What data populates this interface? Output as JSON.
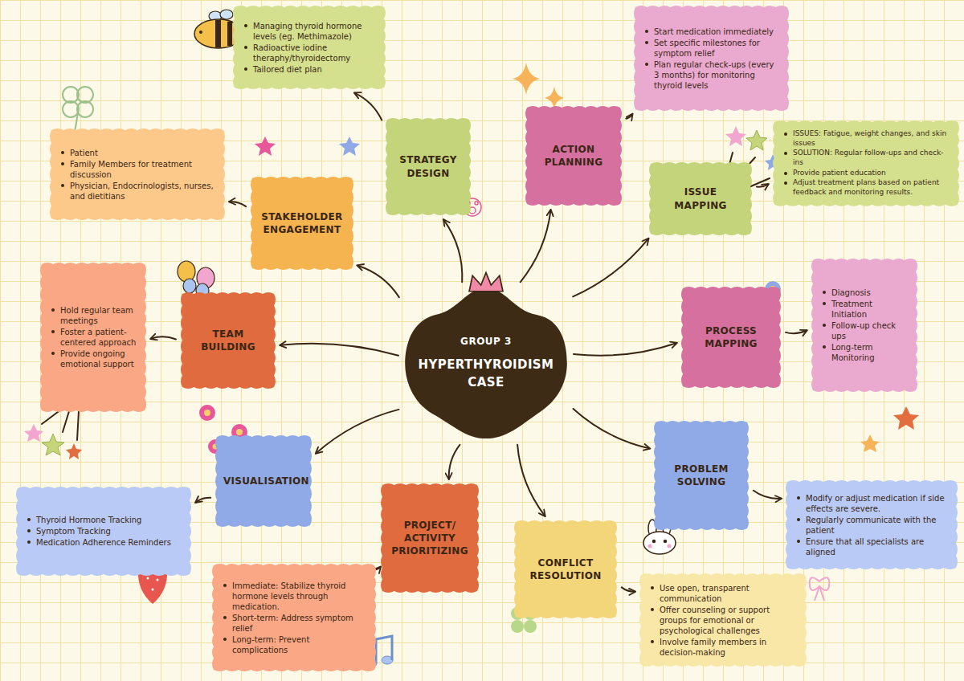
{
  "diagram": {
    "nodes": [
      {
        "text": [
          "GROUP 3",
          "HYPERTHYROIDISM CASE"
        ]
      },
      {
        "text": [
          "STRATEGY DESIGN"
        ]
      },
      {
        "text": [
          "Managing thyroid hormone levels (eg. Methimazole)",
          "Radioactive iodine theraphy/thyroidectomy",
          "Tailored diet plan"
        ]
      },
      {
        "text": [
          "ACTION PLANNING"
        ]
      },
      {
        "text": [
          "Start medication immediately",
          "Set specific milestones for symptom relief",
          "Plan regular check-ups (every 3 months) for monitoring thyroid levels"
        ]
      },
      {
        "text": [
          "ISSUE MAPPING"
        ]
      },
      {
        "text": [
          "ISSUES: Fatigue, weight changes, and skin issues",
          "SOLUTION: Regular follow-ups and check-ins",
          "Provide patient education",
          "Adjust treatment plans based on patient feedback and monitoring results."
        ]
      },
      {
        "text": [
          "PROCESS MAPPING"
        ]
      },
      {
        "text": [
          "Diagnosis",
          "Treatment Initiation",
          "Follow-up check ups",
          "Long-term Monitoring"
        ]
      },
      {
        "text": [
          "PROBLEM SOLVING"
        ]
      },
      {
        "text": [
          "Modify or adjust medication if side effects are severe.",
          "Regularly communicate with the patient",
          "Ensure that all specialists are aligned"
        ]
      },
      {
        "text": [
          "CONFLICT RESOLUTION"
        ]
      },
      {
        "text": [
          "Use open, transparent communication",
          "Offer counseling or support groups for emotional or psychological challenges",
          "Involve family members in decision-making"
        ]
      },
      {
        "text": [
          "PROJECT/ ACTIVITY PRIORITIZING"
        ]
      },
      {
        "text": [
          "Immediate: Stabilize thyroid hormone levels through medication.",
          "Short-term: Address symptom relief",
          "Long-term: Prevent complications"
        ]
      },
      {
        "text": [
          "VISUALISATION"
        ]
      },
      {
        "text": [
          "Thyroid Hormone Tracking",
          "Symptom Tracking",
          "Medication Adherence Reminders"
        ]
      },
      {
        "text": [
          "TEAM BUILDING"
        ]
      },
      {
        "text": [
          "Hold regular team meetings",
          "Foster a patient-centered approach",
          "Provide ongoing emotional support"
        ]
      },
      {
        "text": [
          "STAKEHOLDER ENGAGEMENT"
        ]
      },
      {
        "text": [
          "Patient",
          "Family Members for treatment discussion",
          "Physician, Endocrinologists, nurses, and dietitians"
        ]
      }
    ],
    "edges": [
      {
        "from": 0,
        "to": 1,
        "arrow": "to"
      },
      {
        "from": 1,
        "to": 2,
        "arrow": "to"
      },
      {
        "from": 0,
        "to": 3,
        "arrow": "to"
      },
      {
        "from": 3,
        "to": 4,
        "arrow": "to"
      },
      {
        "from": 0,
        "to": 5,
        "arrow": "to"
      },
      {
        "from": 5,
        "to": 6,
        "arrow": "to"
      },
      {
        "from": 0,
        "to": 7,
        "arrow": "to"
      },
      {
        "from": 7,
        "to": 8,
        "arrow": "to"
      },
      {
        "from": 0,
        "to": 9,
        "arrow": "to"
      },
      {
        "from": 9,
        "to": 10,
        "arrow": "to"
      },
      {
        "from": 0,
        "to": 11,
        "arrow": "to"
      },
      {
        "from": 11,
        "to": 12,
        "arrow": "to"
      },
      {
        "from": 0,
        "to": 13,
        "arrow": "to"
      },
      {
        "from": 13,
        "to": 14,
        "arrow": "to"
      },
      {
        "from": 0,
        "to": 15,
        "arrow": "to"
      },
      {
        "from": 15,
        "to": 16,
        "arrow": "to"
      },
      {
        "from": 0,
        "to": 17,
        "arrow": "to"
      },
      {
        "from": 17,
        "to": 18,
        "arrow": "to"
      },
      {
        "from": 0,
        "to": 19,
        "arrow": "to"
      },
      {
        "from": 19,
        "to": 20,
        "arrow": "to"
      }
    ]
  }
}
